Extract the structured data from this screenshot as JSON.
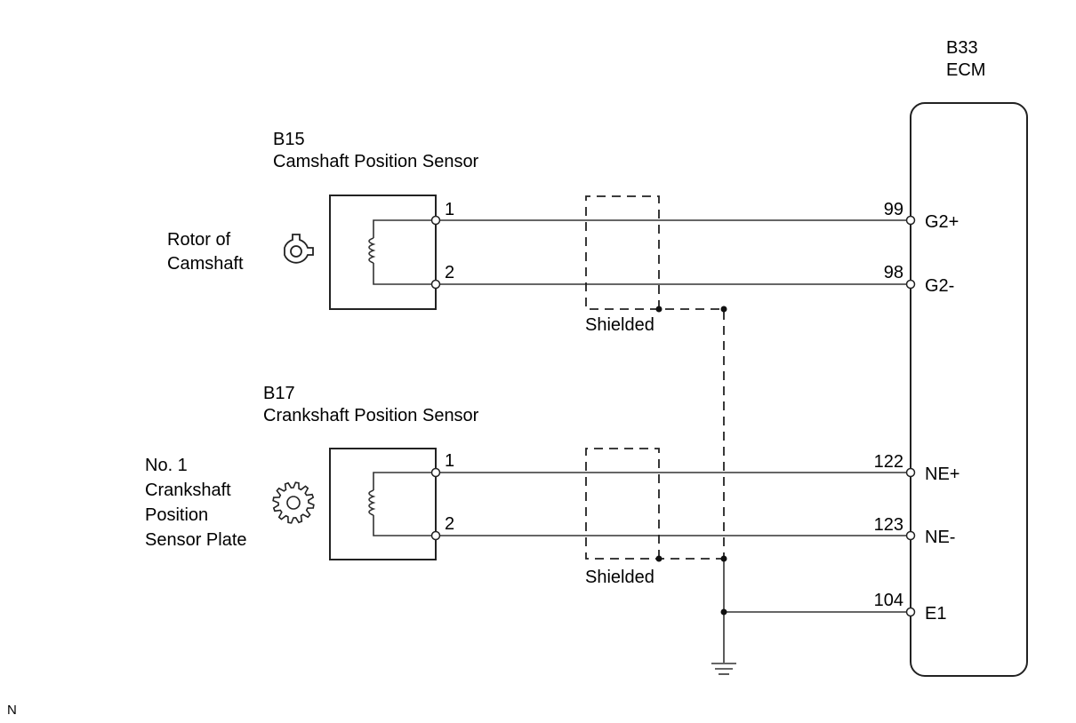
{
  "ecm": {
    "code": "B33",
    "name": "ECM"
  },
  "cam_sensor": {
    "code": "B15",
    "name": "Camshaft Position Sensor",
    "target_lines": [
      "Rotor of",
      "Camshaft"
    ],
    "pins": [
      "1",
      "2"
    ]
  },
  "crank_sensor": {
    "code": "B17",
    "name": "Crankshaft Position Sensor",
    "target_lines": [
      "No. 1",
      "Crankshaft",
      "Position",
      "Sensor Plate"
    ],
    "pins": [
      "1",
      "2"
    ]
  },
  "ecm_terminals": [
    {
      "number": "99",
      "signal": "G2+"
    },
    {
      "number": "98",
      "signal": "G2-"
    },
    {
      "number": "122",
      "signal": "NE+"
    },
    {
      "number": "123",
      "signal": "NE-"
    },
    {
      "number": "104",
      "signal": "E1"
    }
  ],
  "shield_label": "Shielded",
  "footer_code": "N"
}
